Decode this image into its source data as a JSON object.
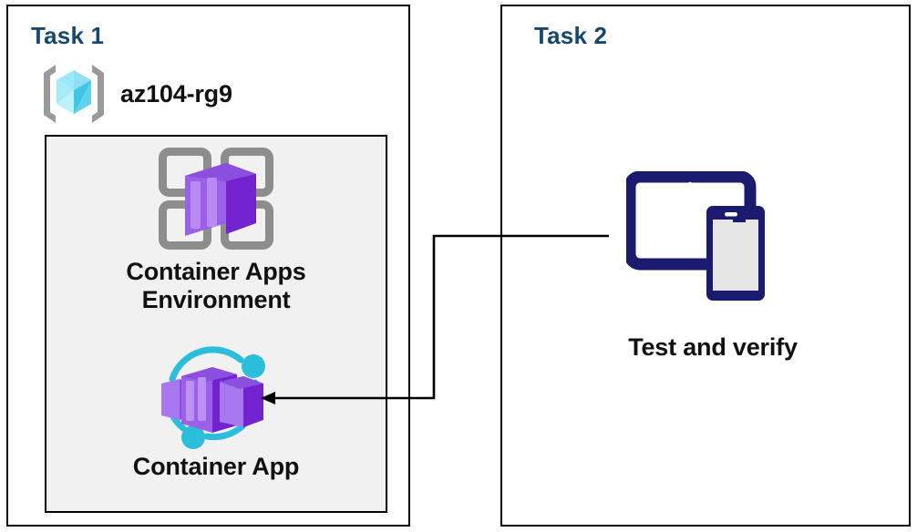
{
  "diagram": {
    "title_color": "#16486E",
    "panels": [
      {
        "id": "task1",
        "title": "Task 1",
        "resource_group": {
          "icon": "resource-group-cube-icon",
          "label": "az104-rg9"
        },
        "nodes": [
          {
            "icon": "container-apps-environment-icon",
            "label": "Container Apps\nEnvironment",
            "line1": "Container Apps",
            "line2": "Environment"
          },
          {
            "icon": "container-app-icon",
            "label": "Container App"
          }
        ]
      },
      {
        "id": "task2",
        "title": "Task 2",
        "nodes": [
          {
            "icon": "devices-tablet-phone-icon",
            "label": "Test and verify"
          }
        ]
      }
    ],
    "connector": {
      "name": "arrow-test-to-container-app",
      "from": "Test and verify",
      "to": "Container App",
      "direction": "left",
      "color": "#000000"
    },
    "colors": {
      "panel_border": "#000000",
      "inner_fill": "#f1f1f1",
      "title": "#16486E",
      "label": "#111111",
      "cube_light": "#8FE4F7",
      "cube_mid": "#5CD7F2",
      "cube_dark": "#2FBEE0",
      "bracket_grey": "#9A9A9A",
      "purple_light": "#A06BEE",
      "purple_mid": "#8B4FE0",
      "purple_dark": "#7222CE",
      "frame_grey": "#8D8D8D",
      "cyan_accent": "#2BBEDB",
      "navy": "#1A1A6E",
      "phone_screen": "#E6E6E6"
    }
  }
}
